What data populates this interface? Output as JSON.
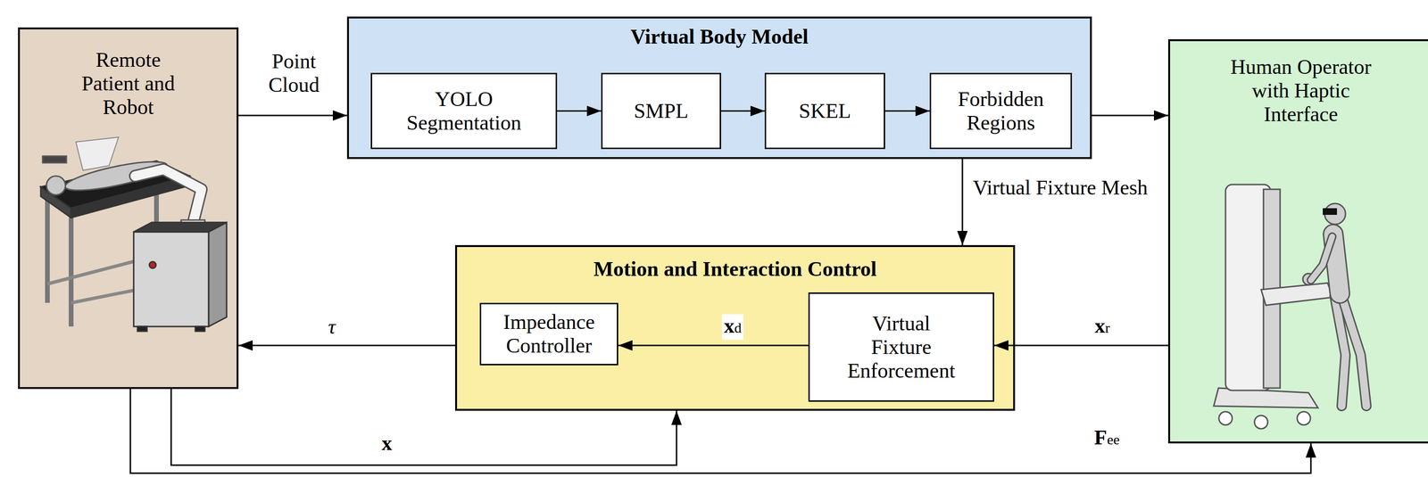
{
  "diagram": {
    "nodes": [
      {
        "text": [
          "Remote Patient and Robot"
        ]
      },
      {
        "text": [
          "Virtual Body Model"
        ]
      },
      {
        "text": [
          "YOLO Segmentation"
        ],
        "in": 1
      },
      {
        "text": [
          "SMPL"
        ],
        "in": 1
      },
      {
        "text": [
          "SKEL"
        ],
        "in": 1
      },
      {
        "text": [
          "Forbidden Regions"
        ],
        "in": 1
      },
      {
        "text": [
          "Human Operator with Haptic Interface"
        ]
      },
      {
        "text": [
          "Motion and Interaction Control"
        ]
      },
      {
        "text": [
          "Impedance Controller"
        ],
        "in": 7
      },
      {
        "text": [
          "Virtual Fixture Enforcement"
        ],
        "in": 7
      }
    ],
    "edges": [
      {
        "from": 0,
        "to": 1,
        "label": "Point Cloud",
        "arrow": "to"
      },
      {
        "from": 2,
        "to": 3,
        "arrow": "to"
      },
      {
        "from": 3,
        "to": 4,
        "arrow": "to"
      },
      {
        "from": 4,
        "to": 5,
        "arrow": "to"
      },
      {
        "from": 1,
        "to": 6,
        "arrow": "to"
      },
      {
        "from": 1,
        "to": 7,
        "label": "Virtual Fixture Mesh",
        "arrow": "to"
      },
      {
        "from": 6,
        "to": 9,
        "label": "xr",
        "arrow": "to"
      },
      {
        "from": 9,
        "to": 8,
        "label": "xd",
        "arrow": "to"
      },
      {
        "from": 7,
        "to": 0,
        "label": "τ",
        "arrow": "to"
      },
      {
        "from": 0,
        "to": 7,
        "label": "x",
        "arrow": "to"
      },
      {
        "from": 0,
        "to": 6,
        "label": "Fee",
        "arrow": "to"
      }
    ]
  }
}
